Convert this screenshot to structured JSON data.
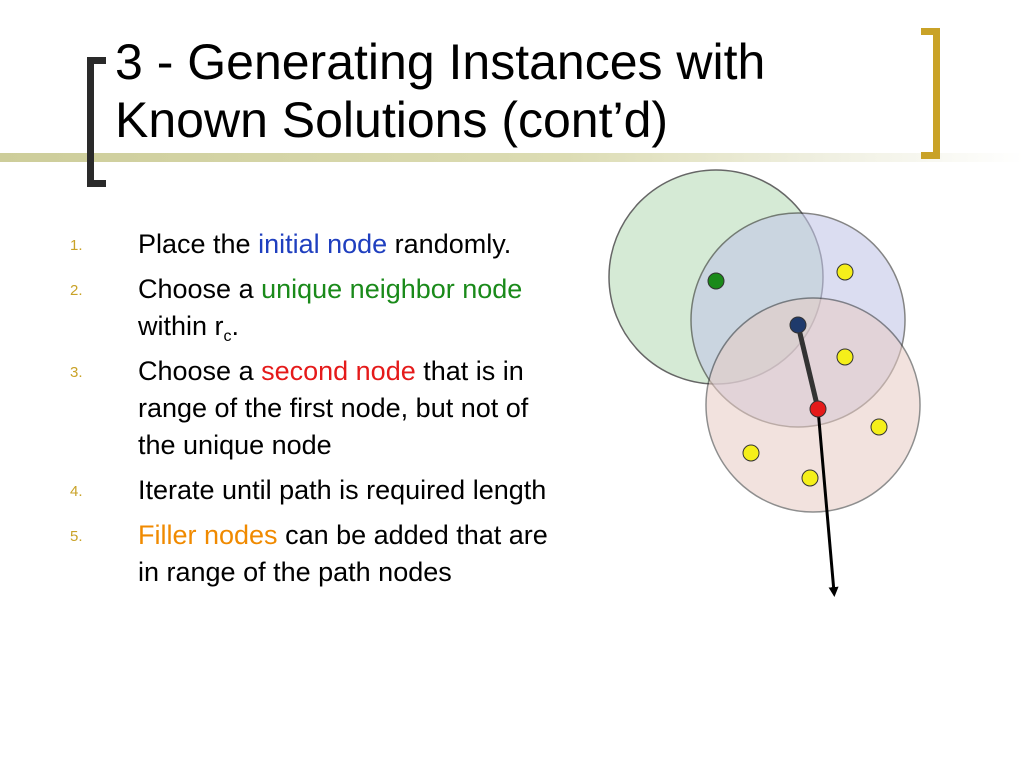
{
  "slide": {
    "title_line1": "3 - Generating Instances with",
    "title_line2": "Known Solutions (cont’d)"
  },
  "steps": [
    {
      "num": "1.",
      "pre": "Place the ",
      "highlight": "initial node",
      "highlight_color": "#1f3fbf",
      "post": " randomly."
    },
    {
      "num": "2.",
      "pre": "Choose a ",
      "highlight": "unique neighbor node",
      "highlight_color": "#1a8a1a",
      "post": " within r",
      "sub": "c",
      "post2": "."
    },
    {
      "num": "3.",
      "pre": "Choose a ",
      "highlight": "second node",
      "highlight_color": "#e51a1a",
      "post": " that is in range of the first node, but not of the unique node"
    },
    {
      "num": "4.",
      "pre": "Iterate until path is required length"
    },
    {
      "num": "5.",
      "highlight": "Filler nodes",
      "highlight_color": "#f08a00",
      "post": " can be added that are in range of the path nodes"
    }
  ],
  "diagram": {
    "circles": [
      {
        "name": "range-circle-initial",
        "fill": "#c8e4c8"
      },
      {
        "name": "range-circle-neighbor",
        "fill": "#c4c8e8"
      },
      {
        "name": "range-circle-second",
        "fill": "#e8ccc4"
      }
    ],
    "nodes": [
      {
        "name": "initial-node",
        "color": "#1a8a1a"
      },
      {
        "name": "unique-neighbor-node",
        "color": "#1f3a6b"
      },
      {
        "name": "second-node",
        "color": "#e51a1a"
      },
      {
        "name": "filler-node",
        "color": "#f5ef1a"
      }
    ]
  }
}
